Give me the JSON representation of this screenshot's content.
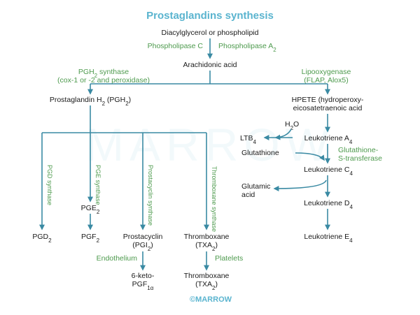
{
  "title": "Prostaglandins synthesis",
  "watermark": "MARROW",
  "footer": "©MARROW",
  "colors": {
    "title": "#5ab4cf",
    "enzyme": "#4d9a4d",
    "arrow": "#3a8aa3",
    "text": "#1a1a1a"
  },
  "nodes": {
    "dag": "Diacylglycerol or phospholipid",
    "aa": "Arachidonic acid",
    "pgh2": {
      "a": "Prostaglandin H",
      "s1": "2",
      "b": " (PGH",
      "s2": "2",
      "c": ")"
    },
    "hpete": {
      "l1": "HPETE (hydroperoxy-",
      "l2": "eicosatetraenoic acid"
    },
    "h2o": {
      "a": "H",
      "s": "2",
      "b": "O"
    },
    "ltb4": {
      "a": "LTB",
      "s": "4"
    },
    "lta4": {
      "a": "Leukotriene A",
      "s": "4"
    },
    "glutathione": "Glutathione",
    "ltc4": {
      "a": "Leukotriene C",
      "s": "4"
    },
    "glutamic": {
      "l1": "Glutamic",
      "l2": "acid"
    },
    "ltd4": {
      "a": "Leukotriene D",
      "s": "4"
    },
    "lte4": {
      "a": "Leukotriene E",
      "s": "4"
    },
    "pge2": {
      "a": "PGE",
      "s": "2"
    },
    "pgd2": {
      "a": "PGD",
      "s": "2"
    },
    "pgf2": {
      "a": "PGF",
      "s": "2"
    },
    "prostacyclin": {
      "l1": "Prostacyclin",
      "a": "(PGI",
      "s": "2",
      "b": ")"
    },
    "txa2": {
      "l1": "Thromboxane",
      "a": "(TXA",
      "s": "2",
      "b": ")"
    },
    "keto": {
      "l1": "6-keto-",
      "a": "PGF",
      "s": "1α"
    },
    "txa2b": {
      "l1": "Thromboxane",
      "a": "(TXA",
      "s": "2",
      "b": ")"
    }
  },
  "enzymes": {
    "plc": "Phospholipase C",
    "pla2": {
      "a": "Phospholipase A",
      "s": "2"
    },
    "pgh2syn": {
      "a": "PGH",
      "s": "2",
      "b": " synthase",
      "l2": "(cox-1 or -2 and peroxidase)"
    },
    "lipoox": {
      "l1": "Lipooxygenase",
      "l2": "(FLAP, Alox5)"
    },
    "gst": {
      "l1": "Glutathione-",
      "l2": "S-transferase"
    },
    "pgd": "PGD synthase",
    "pge": "PGE synthase",
    "prostacyclin": "Prostacyclin synthase",
    "thromboxane": "Thromboxane synthase",
    "endothelium": "Endothelium",
    "platelets": "Platelets"
  }
}
